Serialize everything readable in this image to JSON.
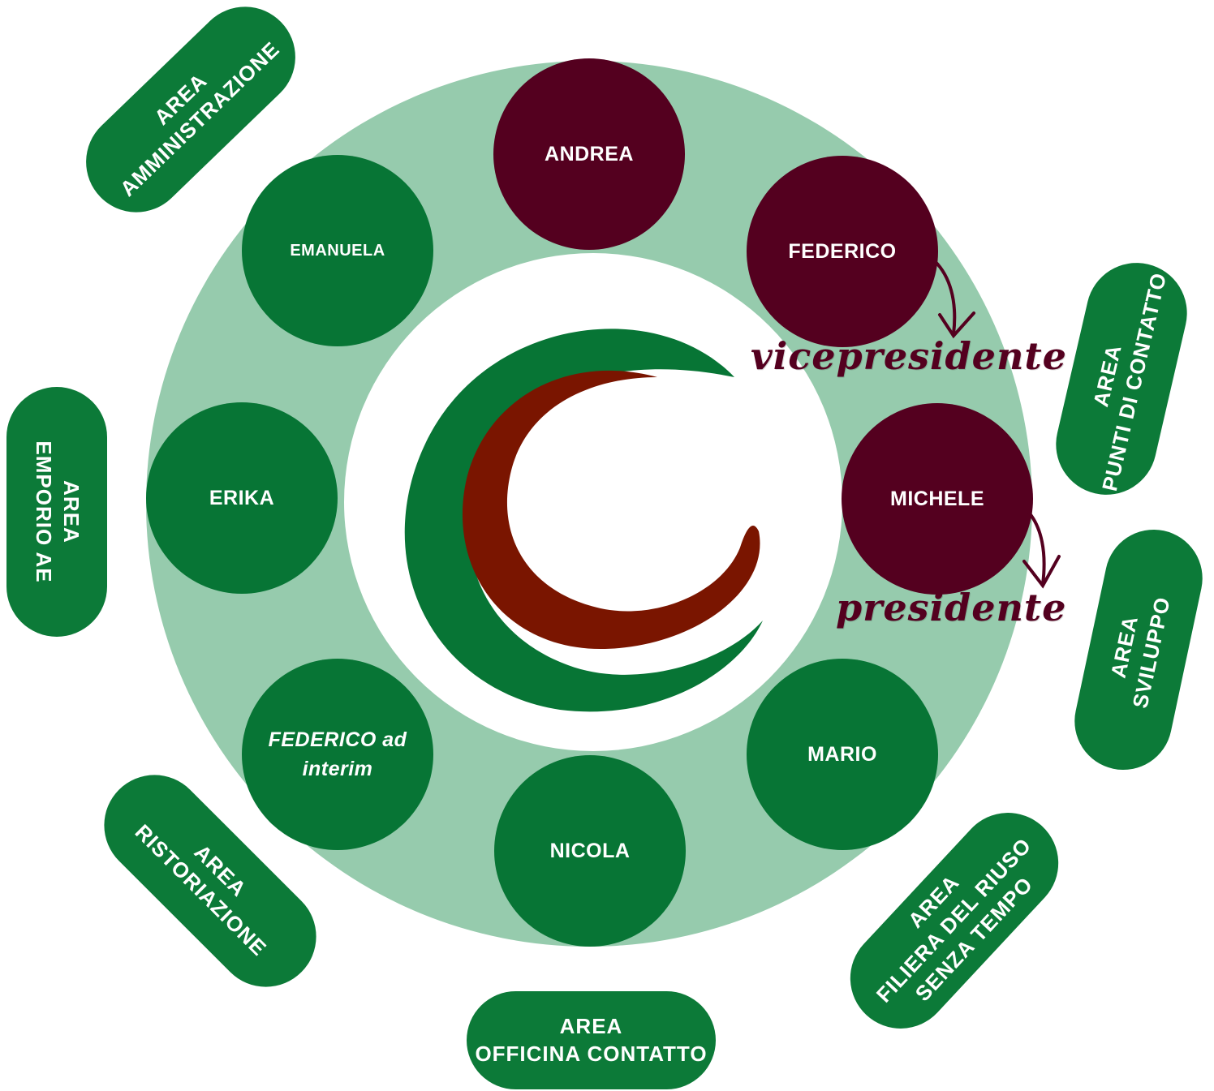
{
  "colors": {
    "ring": "#96cbad",
    "green": "#077535",
    "maroon": "#54001f",
    "logo_red": "#7a1500",
    "pill": "#0c7a38"
  },
  "members": {
    "andrea": "ANDREA",
    "federico": "FEDERICO",
    "michele": "MICHELE",
    "mario": "MARIO",
    "nicola": "NICOLA",
    "federico_interim": "FEDERICO ad interim",
    "erika": "ERIKA",
    "emanuela": "EMANUELA"
  },
  "roles": {
    "vicepresident": "vicepresidente",
    "president": "presidente"
  },
  "areas": {
    "amministrazione": {
      "line1": "AREA",
      "line2": "AMMINISTRAZIONE"
    },
    "punti_contatto": {
      "line1": "AREA",
      "line2": "PUNTI DI CONTATTO"
    },
    "sviluppo": {
      "line1": "AREA",
      "line2": "SVILUPPO"
    },
    "emporio": {
      "line1": "AREA",
      "line2": "EMPORIO AE"
    },
    "ristoriazione": {
      "line1": "AREA",
      "line2": "RISTORIAZIONE"
    },
    "filiera": {
      "line1": "AREA",
      "line2": "FILIERA DEL RIUSO",
      "line3": "SENZA TEMPO"
    },
    "officina": {
      "line1": "AREA",
      "line2": "OFFICINA CONTATTO"
    }
  }
}
